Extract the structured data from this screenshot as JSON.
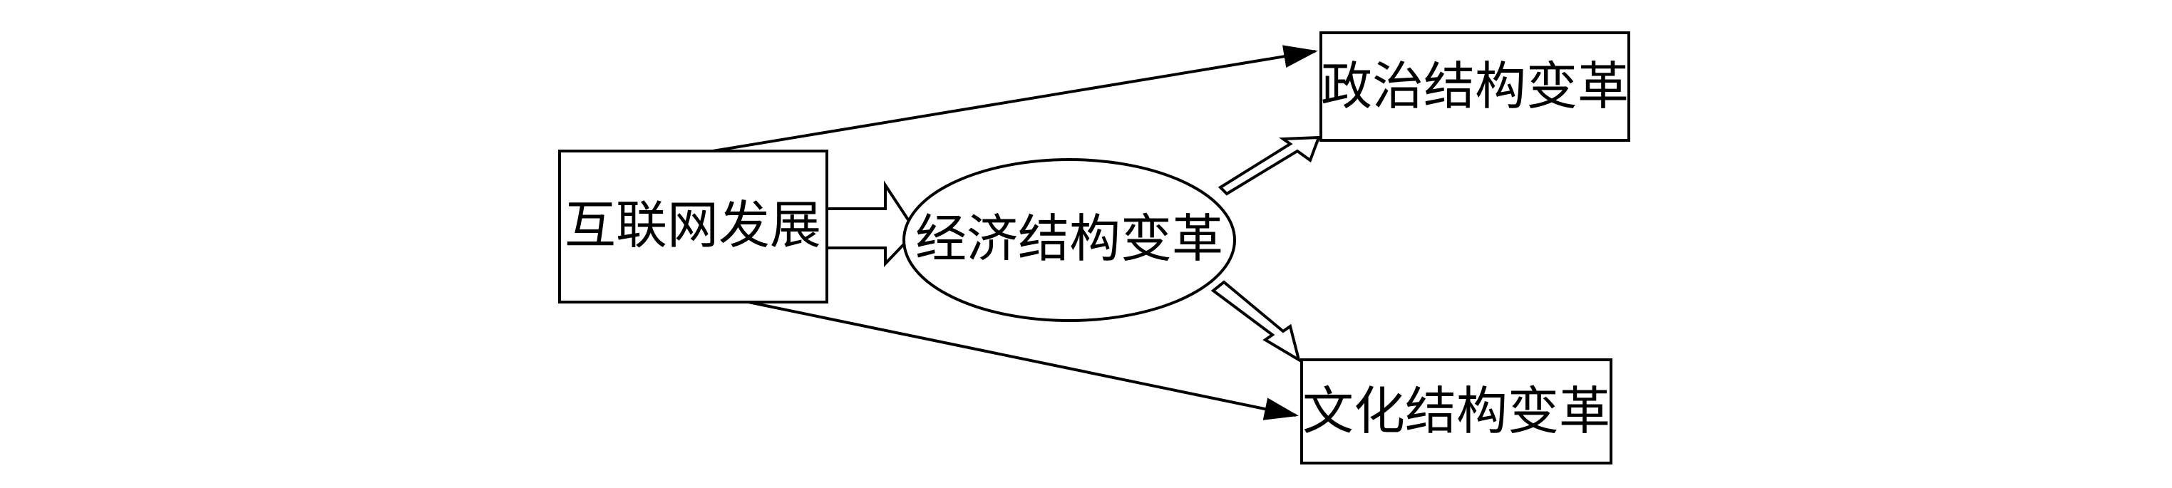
{
  "nodes": {
    "internet": "互联网发展",
    "economic": "经济结构变革",
    "political": "政治结构变革",
    "cultural": "文化结构变革"
  },
  "colors": {
    "stroke": "#000000",
    "background": "#ffffff"
  }
}
